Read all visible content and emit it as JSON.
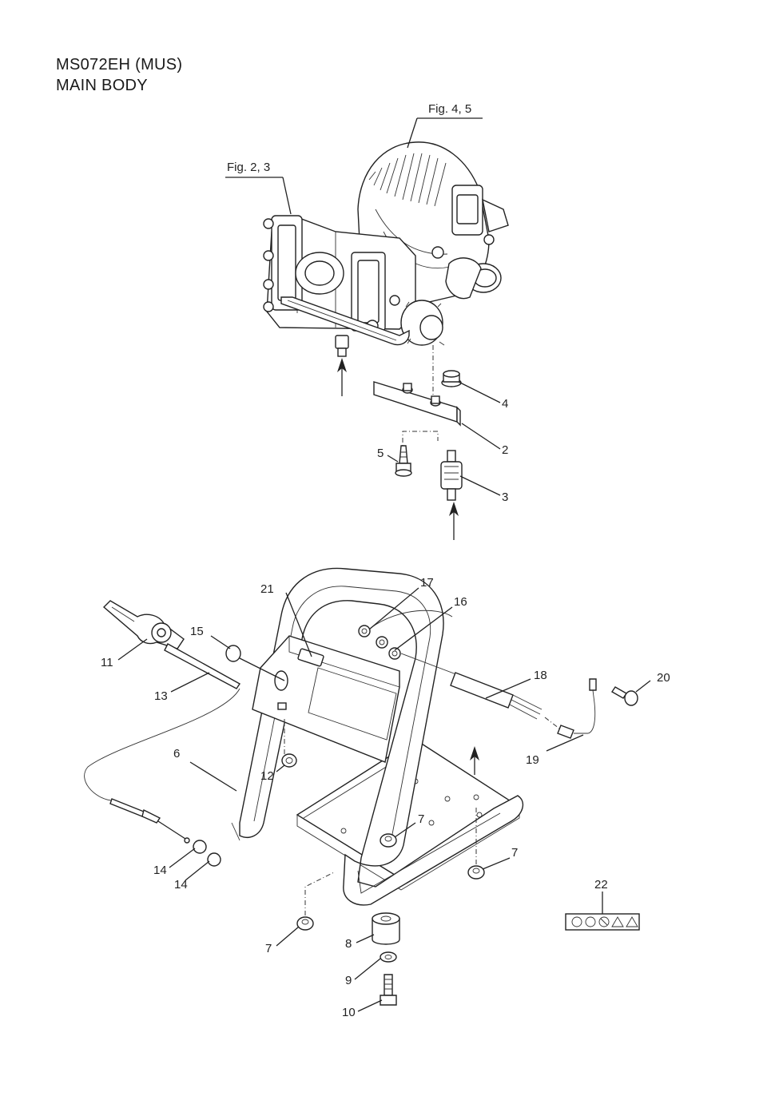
{
  "title": {
    "model": "MS072EH (MUS)",
    "section": "MAIN BODY"
  },
  "references": {
    "engine": "Fig. 4, 5",
    "pump": "Fig. 2, 3"
  },
  "callouts": {
    "c2": "2",
    "c3": "3",
    "c4": "4",
    "c5": "5",
    "c6": "6",
    "c7a": "7",
    "c7b": "7",
    "c7c": "7",
    "c8": "8",
    "c9": "9",
    "c10": "10",
    "c11": "11",
    "c12": "12",
    "c13": "13",
    "c14a": "14",
    "c14b": "14",
    "c15": "15",
    "c16": "16",
    "c17": "17",
    "c18": "18",
    "c19": "19",
    "c20": "20",
    "c21": "21",
    "c22": "22"
  }
}
